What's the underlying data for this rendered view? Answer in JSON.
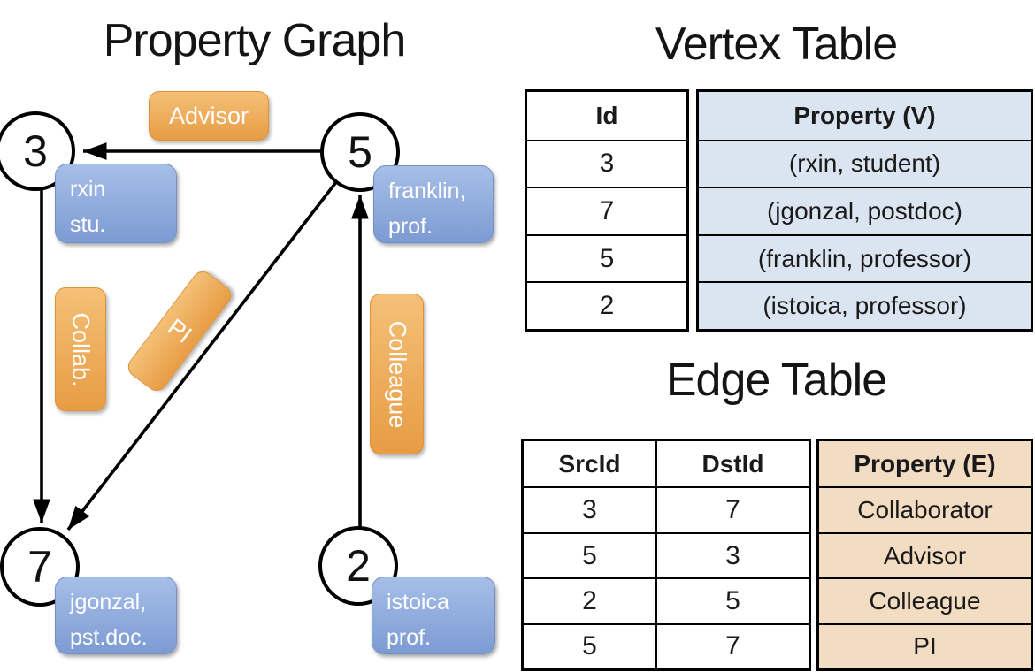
{
  "colors": {
    "vertex_table_fill": "#dbe5f1",
    "edge_table_fill": "#f2dcc2",
    "orange_box_top": "#f4c077",
    "orange_box_bottom": "#e89c44",
    "blue_box_top": "#a6bfe8",
    "blue_box_bottom": "#7d9bd3",
    "edge_stroke": "#000000"
  },
  "graph": {
    "title": "Property Graph",
    "nodes": [
      {
        "id": "3",
        "prop_line1": "rxin",
        "prop_line2": "stu."
      },
      {
        "id": "5",
        "prop_line1": "franklin,",
        "prop_line2": "prof."
      },
      {
        "id": "7",
        "prop_line1": "jgonzal,",
        "prop_line2": "pst.doc."
      },
      {
        "id": "2",
        "prop_line1": "istoica",
        "prop_line2": "prof."
      }
    ],
    "edge_labels": {
      "advisor": "Advisor",
      "collab": "Collab.",
      "pi": "PI",
      "colleague": "Colleague"
    }
  },
  "vertex_table": {
    "title": "Vertex Table",
    "id_header": "Id",
    "property_header": "Property (V)",
    "ids": [
      "3",
      "7",
      "5",
      "2"
    ],
    "properties": [
      "(rxin, student)",
      "(jgonzal, postdoc)",
      "(franklin, professor)",
      "(istoica, professor)"
    ]
  },
  "edge_table": {
    "title": "Edge Table",
    "src_header": "SrcId",
    "dst_header": "DstId",
    "property_header": "Property (E)",
    "src_ids": [
      "3",
      "5",
      "2",
      "5"
    ],
    "dst_ids": [
      "7",
      "3",
      "5",
      "7"
    ],
    "properties": [
      "Collaborator",
      "Advisor",
      "Colleague",
      "PI"
    ]
  }
}
